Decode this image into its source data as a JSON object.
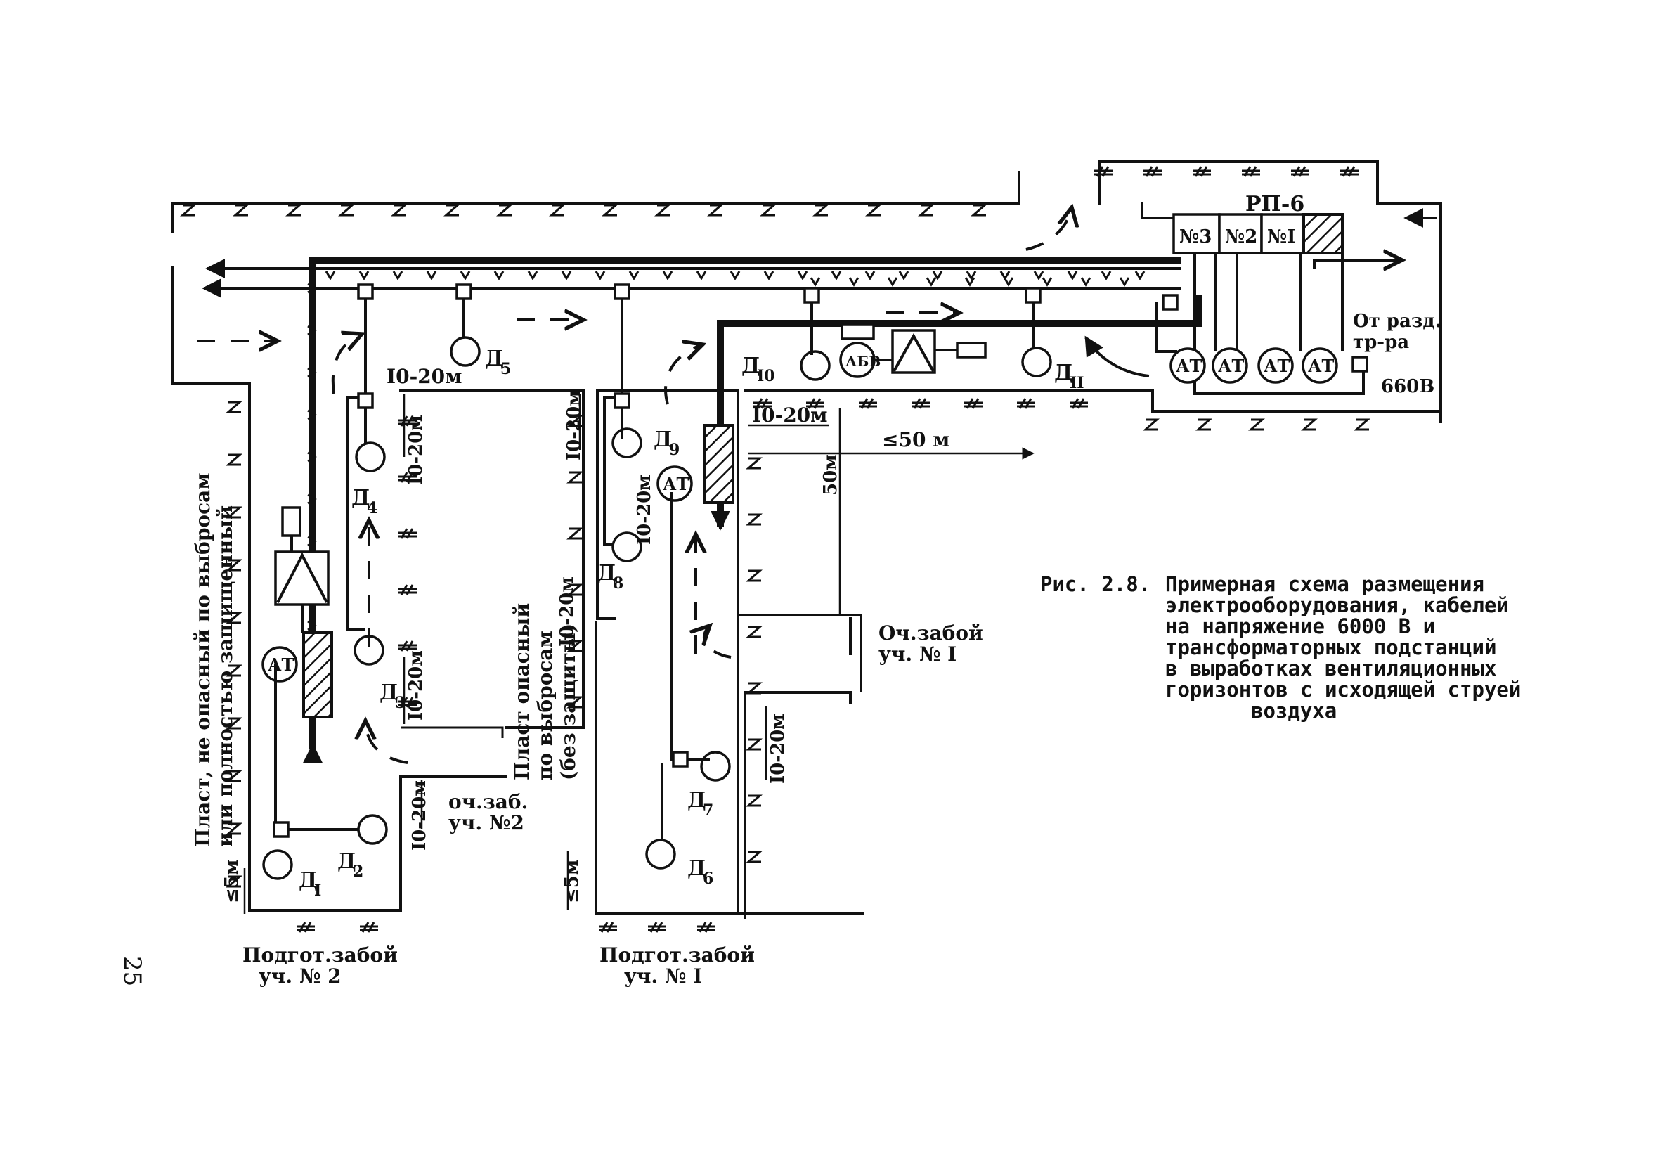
{
  "substation": {
    "title": "РП-6",
    "cells": [
      "№3",
      "№2",
      "№I"
    ]
  },
  "supply": {
    "from_transformer": "От разд.\nтр-ра",
    "voltage": "660В"
  },
  "equipment": {
    "abv_label": "АБВ",
    "at_label": "АТ"
  },
  "sensors": [
    {
      "id": "d1",
      "label": "Д",
      "sub": "I"
    },
    {
      "id": "d2",
      "label": "Д",
      "sub": "2"
    },
    {
      "id": "d3",
      "label": "Д",
      "sub": "3"
    },
    {
      "id": "d4",
      "label": "Д",
      "sub": "4"
    },
    {
      "id": "d5",
      "label": "Д",
      "sub": "5"
    },
    {
      "id": "d6",
      "label": "Д",
      "sub": "6"
    },
    {
      "id": "d7",
      "label": "Д",
      "sub": "7"
    },
    {
      "id": "d8",
      "label": "Д",
      "sub": "8"
    },
    {
      "id": "d9",
      "label": "Д",
      "sub": "9"
    },
    {
      "id": "d10",
      "label": "Д",
      "sub": "I0"
    },
    {
      "id": "d11",
      "label": "Д",
      "sub": "II"
    }
  ],
  "dimensions": {
    "d10_20m": "I0-20м",
    "d_le5m": "≤5м",
    "d_le50m": "≤50 м",
    "d_50m": "50м"
  },
  "faces": {
    "prep_face_2": [
      "Подгот.забой",
      "уч. № 2"
    ],
    "prep_face_1": [
      "Подгот.забой",
      "уч. № I"
    ],
    "clean_face_1": [
      "Оч.забой",
      "уч. № I"
    ],
    "clean_face_2": [
      "оч.заб.",
      "уч. №2"
    ]
  },
  "seams": {
    "safe_seam": [
      "Пласт, не опасный по выбросам",
      "или полностью защищенный"
    ],
    "hazard_seam": [
      "Пласт опасный",
      "по выбросам",
      "(без защиты)"
    ]
  },
  "caption": {
    "number": "Рис. 2.8.",
    "lines": [
      "Примерная схема размещения",
      "электрооборудования, кабелей",
      "на напряжение 6000 В и",
      "трансформаторных подстанций",
      "в выработках вентиляционных",
      "горизонтов с исходящей струей",
      "воздуха"
    ]
  },
  "page_number": "25"
}
